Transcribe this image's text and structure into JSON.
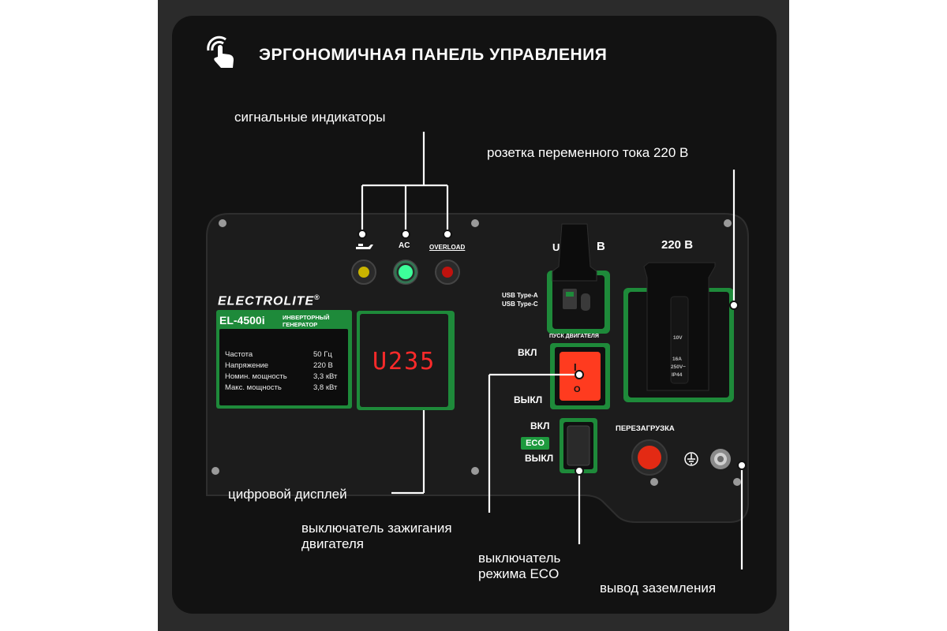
{
  "header": {
    "title": "ЭРГОНОМИЧНАЯ ПАНЕЛЬ УПРАВЛЕНИЯ",
    "icon": "touch-hand-icon"
  },
  "callouts": {
    "indicators": "сигнальные индикаторы",
    "ac_socket": "розетка переменного тока 220 В",
    "digital_display": "цифровой дисплей",
    "ignition_switch_line1": "выключатель зажигания",
    "ignition_switch_line2": "двигателя",
    "eco_switch_line1": "выключатель",
    "eco_switch_line2": "режима ECO",
    "ground_terminal": "вывод заземления"
  },
  "panel": {
    "brand": "ELECTROLITE",
    "brand_mark": "®",
    "model": "EL-4500i",
    "model_type": "ИНВЕРТОРНЫЙ ГЕНЕРАТОР",
    "specs": [
      {
        "name": "Частота",
        "value": "50 Гц"
      },
      {
        "name": "Напряжение",
        "value": "220 В"
      },
      {
        "name": "Номин. мощность",
        "value": "3,3 кВт"
      },
      {
        "name": "Макс. мощность",
        "value": "3,8 кВт"
      }
    ],
    "display_value": "U235",
    "indicator_ac": "AC",
    "indicator_overload": "OVERLOAD",
    "usb_label_a": "USB Type-A",
    "usb_label_c": "USB Type-C",
    "usb_partial": "B",
    "usb_partial_left": "U",
    "start_engine": "ПУСК ДВИГАТЕЛЯ",
    "on_label": "ВКЛ",
    "off_label": "ВЫКЛ",
    "eco_on": "ВКЛ",
    "eco_off": "ВЫКЛ",
    "eco": "ECO",
    "reset": "ПЕРЕЗАГРУЗКА",
    "socket_voltage": "220 В",
    "socket_marks": [
      "16A",
      "250V~",
      "IP44",
      "10V"
    ],
    "switch_on_symbol": "I",
    "switch_off_symbol": "O"
  },
  "colors": {
    "accent_green": "#1e8a3a",
    "display_red": "#ff2a2a",
    "switch_red": "#ff3b1f",
    "indicator_green": "#3dff9a",
    "indicator_yellow": "#c9b400",
    "indicator_red": "#c0120e"
  }
}
